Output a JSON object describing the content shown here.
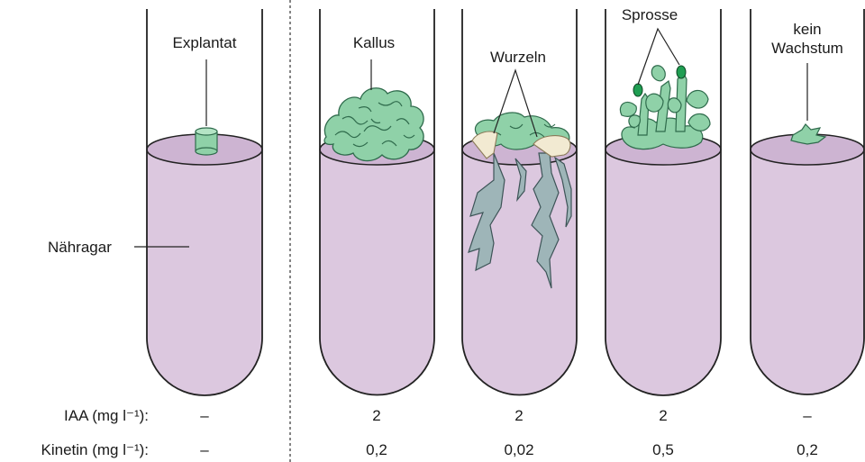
{
  "colors": {
    "agar": "#dcc8df",
    "agar_top": "#cdb4d2",
    "tube_outline": "#222222",
    "callus": "#8fd1a8",
    "callus_dark": "#2f6b4c",
    "root": "#9eb5b8",
    "shoot_tip": "#1f9e52"
  },
  "labels": {
    "nutrient": "Nähragar",
    "explant": "Explantat",
    "callus": "Kallus",
    "roots": "Wurzeln",
    "shoots": "Sprosse",
    "no_growth_1": "kein",
    "no_growth_2": "Wachstum"
  },
  "rows": {
    "iaa_label": "IAA (mg l⁻¹):",
    "kinetin_label": "Kinetin (mg  l⁻¹):"
  },
  "tubes": [
    {
      "iaa": "–",
      "kinetin": "–",
      "content": "explant-icon"
    },
    {
      "iaa": "2",
      "kinetin": "0,2",
      "content": "callus-icon"
    },
    {
      "iaa": "2",
      "kinetin": "0,02",
      "content": "roots-icon"
    },
    {
      "iaa": "2",
      "kinetin": "0,5",
      "content": "shoots-icon"
    },
    {
      "iaa": "–",
      "kinetin": "0,2",
      "content": "no-growth-icon"
    }
  ]
}
